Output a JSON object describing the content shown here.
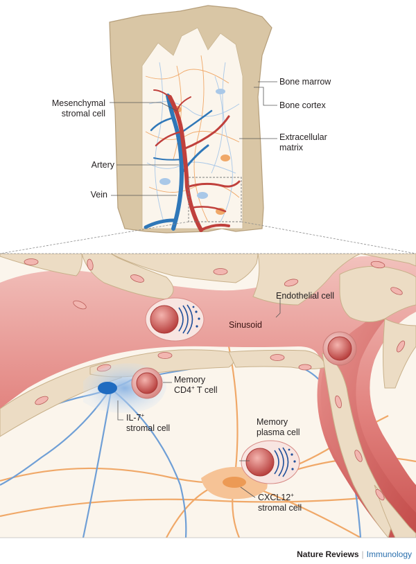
{
  "labels": {
    "mesenchymal_stromal_cell": [
      "Mesenchymal",
      "stromal cell"
    ],
    "artery": "Artery",
    "vein": "Vein",
    "bone_marrow": "Bone marrow",
    "bone_cortex": "Bone cortex",
    "extracellular_matrix": [
      "Extracellular",
      "matrix"
    ],
    "endothelial_cell": "Endothelial cell",
    "sinusoid": "Sinusoid",
    "memory_cd4_t_cell": {
      "line1": "Memory",
      "line2_pre": "CD4",
      "line2_sup": "+",
      "line2_post": " T cell"
    },
    "il7_stromal_cell": {
      "line1_pre": "IL-7",
      "line1_sup": "+",
      "line2": "stromal cell"
    },
    "memory_plasma_cell": [
      "Memory",
      "plasma cell"
    ],
    "cxcl12_stromal_cell": {
      "line1_pre": "CXCL12",
      "line1_sup": "+",
      "line2": "stromal cell"
    }
  },
  "footer": {
    "publisher": "Nature Reviews",
    "separator": "|",
    "journal": "Immunology"
  },
  "colors": {
    "bone": "#d9c6a5",
    "bone_edge": "#b59e7a",
    "marrow": "#fbf5ec",
    "artery": "#c0403c",
    "vein": "#2f77b8",
    "sinusoid_light": "#f1bcb7",
    "sinusoid_dark": "#cc5552",
    "endothelial": "#ecdcc4",
    "il7_cell": "#a9c8e8",
    "cxcl12_cell": "#f0a868",
    "immune_cell": "#e99a95"
  }
}
